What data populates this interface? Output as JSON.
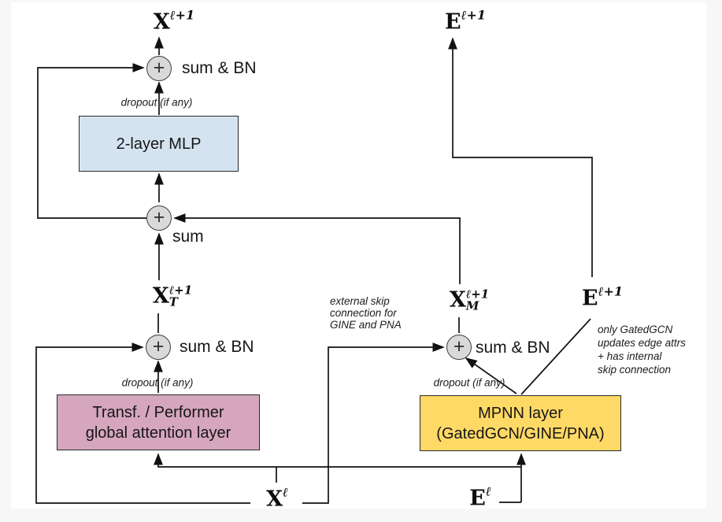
{
  "diagram": {
    "background_color": "#f7f7f8",
    "canvas_color": "#ffffff",
    "line_color": "#111111",
    "boxes": {
      "mlp": {
        "label": "2-layer MLP",
        "fill": "#d5e3f1"
      },
      "attention": {
        "label_line1": "Transf. / Performer",
        "label_line2": "global attention layer",
        "fill": "#d5a6bd"
      },
      "mpnn": {
        "label_line1": "MPNN layer",
        "label_line2": "(GatedGCN/GINE/PNA)",
        "fill": "#ffd966"
      }
    },
    "sum_nodes": {
      "plus_icon": "+",
      "node_fill": "#d9d9d9",
      "top": {
        "label": "sum & BN"
      },
      "mid": {
        "label": "sum"
      },
      "attention": {
        "label": "sum & BN"
      },
      "mpnn": {
        "label": "sum & BN"
      }
    },
    "math_labels": {
      "x_out": {
        "base": "X",
        "sup": "ℓ+1"
      },
      "e_out": {
        "base": "E",
        "sup": "ℓ+1"
      },
      "x_t": {
        "base": "X",
        "sup": "ℓ+1",
        "sub": "T"
      },
      "x_m": {
        "base": "X",
        "sup": "ℓ+1",
        "sub": "M"
      },
      "e_mid": {
        "base": "E",
        "sup": "ℓ+1"
      },
      "x_in": {
        "base": "X",
        "sup": "ℓ"
      },
      "e_in": {
        "base": "E",
        "sup": "ℓ"
      }
    },
    "annotations": {
      "dropout_mlp": "dropout (if any)",
      "dropout_attention": "dropout (if any)",
      "dropout_mpnn": "dropout (if any)",
      "external_skip": "external skip\nconnection for\nGINE and PNA",
      "edge_update_note": "only GatedGCN\nupdates edge attrs\n+ has internal\nskip connection"
    }
  }
}
